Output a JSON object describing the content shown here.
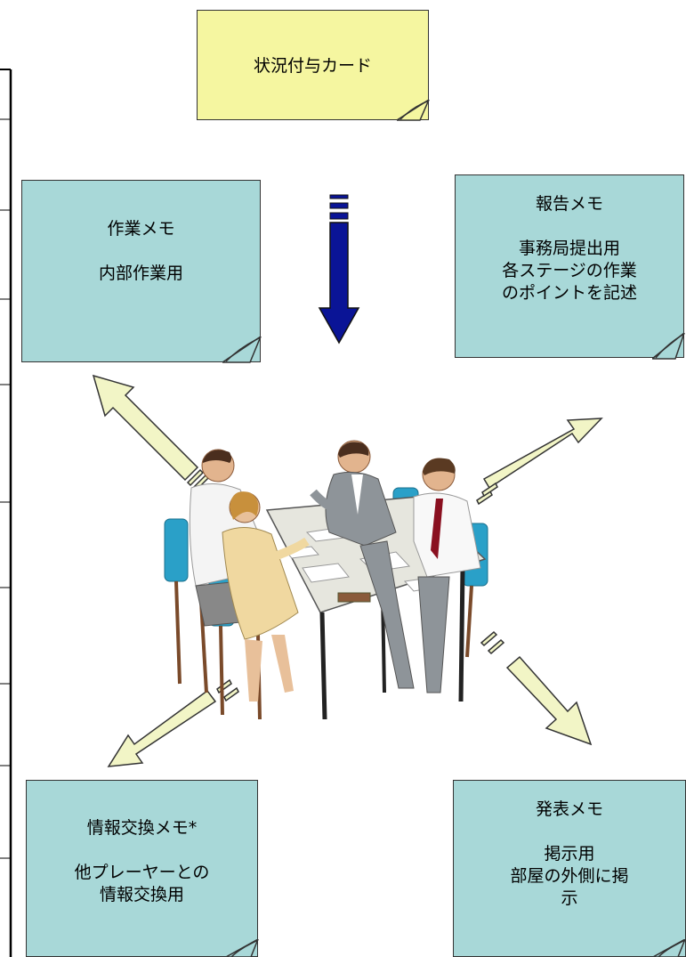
{
  "colors": {
    "card_yellow": "#f5f6a0",
    "note_teal": "#a8d8d8",
    "arrow_fill": "#f2f5c6",
    "down_arrow": "#0a1496",
    "outline": "#333333"
  },
  "situation_card": {
    "title": "状況付与カード"
  },
  "work_memo": {
    "title": "作業メモ",
    "lines": [
      "内部作業用"
    ]
  },
  "report_memo": {
    "title": "報告メモ",
    "lines": [
      "事務局提出用",
      "各ステージの作業",
      "のポイントを記述"
    ]
  },
  "info_memo": {
    "title": "情報交換メモ*",
    "lines": [
      "他プレーヤーとの",
      "情報交換用"
    ]
  },
  "presentation_memo": {
    "title": "発表メモ",
    "lines": [
      "掲示用",
      "部屋の外側に掲",
      "示"
    ]
  },
  "illustration": {
    "icon": "meeting-people-icon"
  }
}
